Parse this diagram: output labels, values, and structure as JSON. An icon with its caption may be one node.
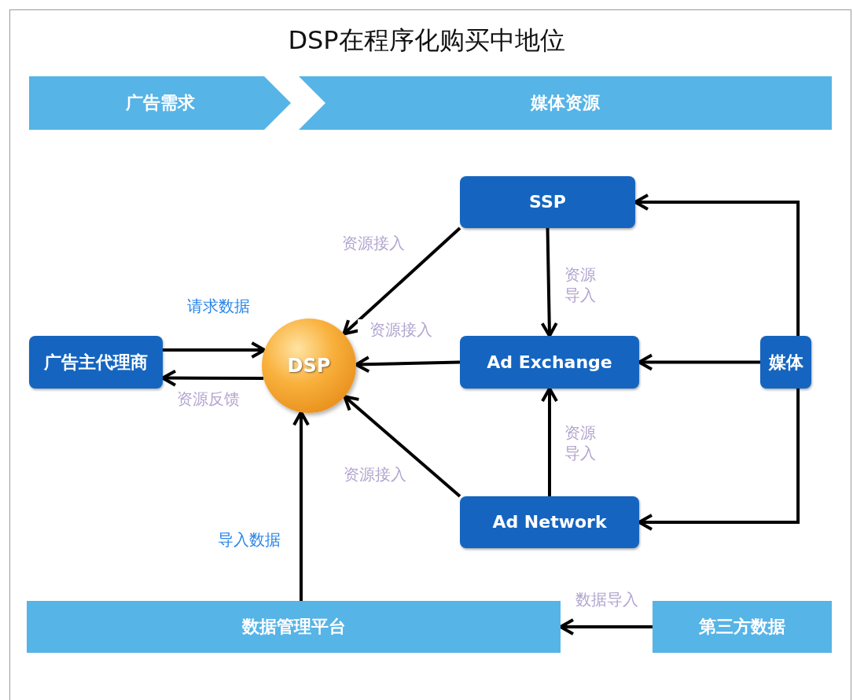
{
  "diagram": {
    "title": "DSP在程序化购买中地位",
    "nodes": [
      {
        "text": [
          "广告需求"
        ]
      },
      {
        "text": [
          "媒体资源"
        ]
      },
      {
        "text": [
          "SSP"
        ]
      },
      {
        "text": [
          "广告主代理商"
        ]
      },
      {
        "text": [
          "DSP"
        ]
      },
      {
        "text": [
          "Ad Exchange"
        ]
      },
      {
        "text": [
          "媒体"
        ]
      },
      {
        "text": [
          "Ad Network"
        ]
      },
      {
        "text": [
          "数据管理平台"
        ]
      },
      {
        "text": [
          "第三方数据"
        ]
      }
    ],
    "edges": [
      {
        "from": 3,
        "to": 4,
        "arrow": "to",
        "label": "请求数据"
      },
      {
        "from": 4,
        "to": 3,
        "arrow": "to",
        "label": "资源反馈"
      },
      {
        "from": 2,
        "to": 4,
        "arrow": "to",
        "label": "资源接入"
      },
      {
        "from": 5,
        "to": 4,
        "arrow": "to",
        "label": "资源接入"
      },
      {
        "from": 7,
        "to": 4,
        "arrow": "to",
        "label": "资源接入"
      },
      {
        "from": 2,
        "to": 5,
        "arrow": "to",
        "label": "资源导入"
      },
      {
        "from": 7,
        "to": 5,
        "arrow": "to",
        "label": "资源导入"
      },
      {
        "from": 6,
        "to": 2,
        "arrow": "to"
      },
      {
        "from": 6,
        "to": 5,
        "arrow": "to"
      },
      {
        "from": 6,
        "to": 7,
        "arrow": "to"
      },
      {
        "from": 8,
        "to": 4,
        "arrow": "to",
        "label": "导入数据"
      },
      {
        "from": 9,
        "to": 8,
        "arrow": "to",
        "label": "数据导入"
      }
    ]
  }
}
